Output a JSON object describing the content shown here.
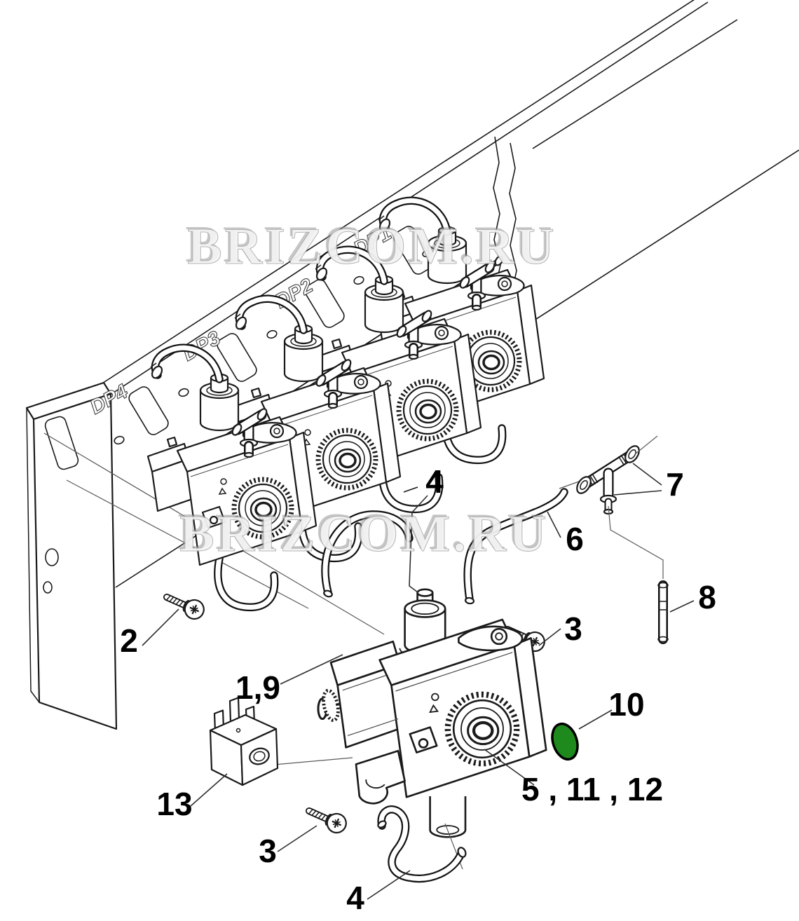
{
  "watermarks": {
    "top": "BRIZCOM.RU",
    "middle": "BRIZCOM.RU"
  },
  "panel_labels": {
    "dp4": "DP4",
    "dp3": "DP3",
    "dp2": "DP2",
    "dp1": "DP1"
  },
  "callouts": {
    "screw_panel": "2",
    "screw_valve_right": "3",
    "screw_valve_bottom": "3",
    "hose_top": "4",
    "hose_bottom": "4",
    "valve_group": "5 , 11 , 12",
    "hose_long": "6",
    "tee_fitting": "7",
    "pin": "8",
    "seal": "10",
    "coil_connector": "1,9",
    "coil": "13"
  },
  "colors": {
    "seal_fill": "#1e8a1e"
  }
}
